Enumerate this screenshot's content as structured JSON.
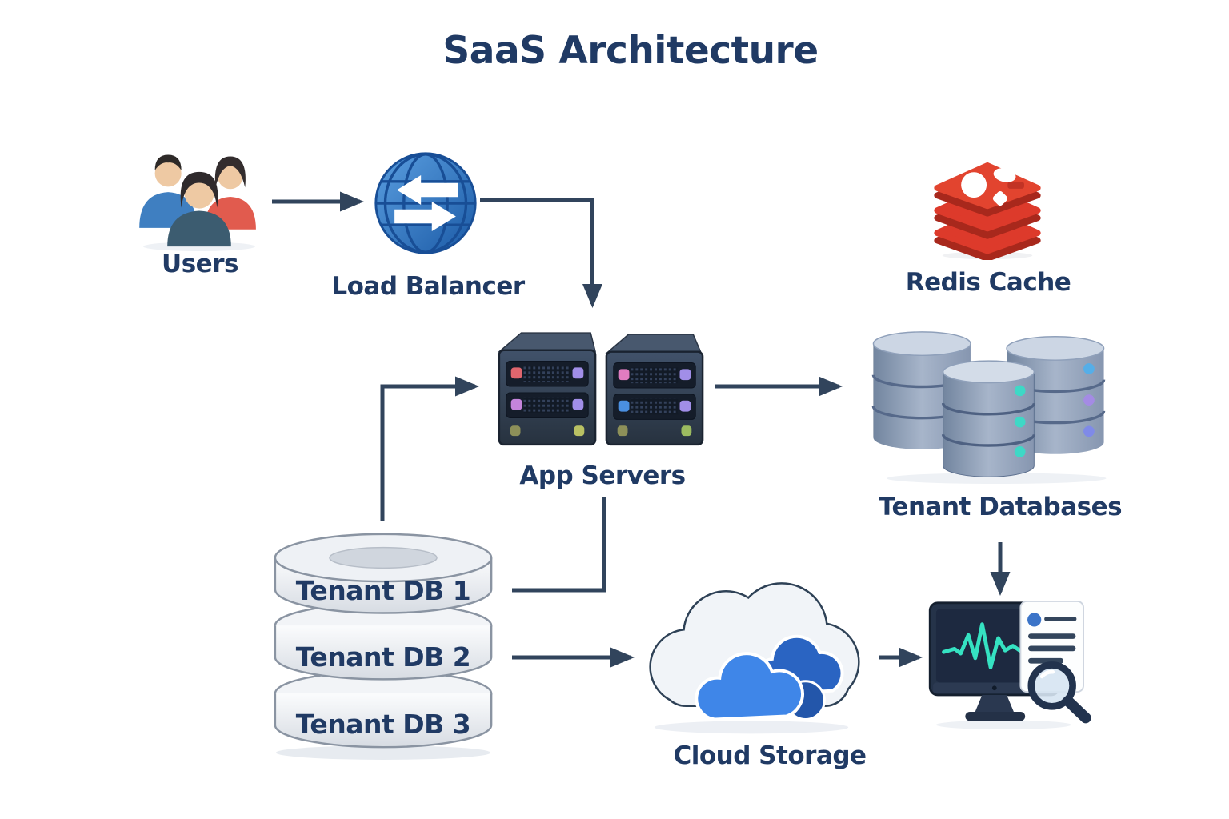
{
  "title": "SaaS Architecture",
  "colors": {
    "label_text": "#203a64",
    "arrow": "#31445c",
    "redis_red": "#d93a2b",
    "globe_blue": "#2a6fc0",
    "server_body": "#32415a",
    "database_blue_gray": "#8b9cba",
    "cloud_blue": "#3f86e8",
    "waveform_teal": "#35e2c2",
    "users_blue_shirt": "#3f7fc1",
    "users_teal_shirt": "#3c5c70",
    "users_red_shirt": "#e15b4e"
  },
  "nodes": {
    "users": {
      "label": "Users"
    },
    "load_balancer": {
      "label": "Load Balancer"
    },
    "redis_cache": {
      "label": "Redis Cache"
    },
    "app_servers": {
      "label": "App Servers"
    },
    "tenant_databases": {
      "label": "Tenant Databases"
    },
    "cloud_storage": {
      "label": "Cloud Storage"
    },
    "tenant_db_stack": {
      "segments": [
        {
          "label": "Tenant DB 1"
        },
        {
          "label": "Tenant DB 2"
        },
        {
          "label": "Tenant DB 3"
        }
      ]
    },
    "monitoring": {
      "label": ""
    }
  },
  "edges": [
    {
      "from": "users",
      "to": "load_balancer",
      "arrowhead": true
    },
    {
      "from": "load_balancer",
      "to": "app_servers",
      "arrowhead": true
    },
    {
      "from": "tenant_db_stack",
      "to": "app_servers",
      "arrowhead": true
    },
    {
      "from": "app_servers",
      "to": "tenant_databases",
      "arrowhead": true
    },
    {
      "from": "app_servers",
      "to": "tenant_db_stack",
      "arrowhead": false
    },
    {
      "from": "tenant_db_stack",
      "to": "cloud_storage",
      "arrowhead": true
    },
    {
      "from": "cloud_storage",
      "to": "monitoring",
      "arrowhead": true
    },
    {
      "from": "tenant_databases",
      "to": "monitoring",
      "arrowhead": true
    }
  ]
}
